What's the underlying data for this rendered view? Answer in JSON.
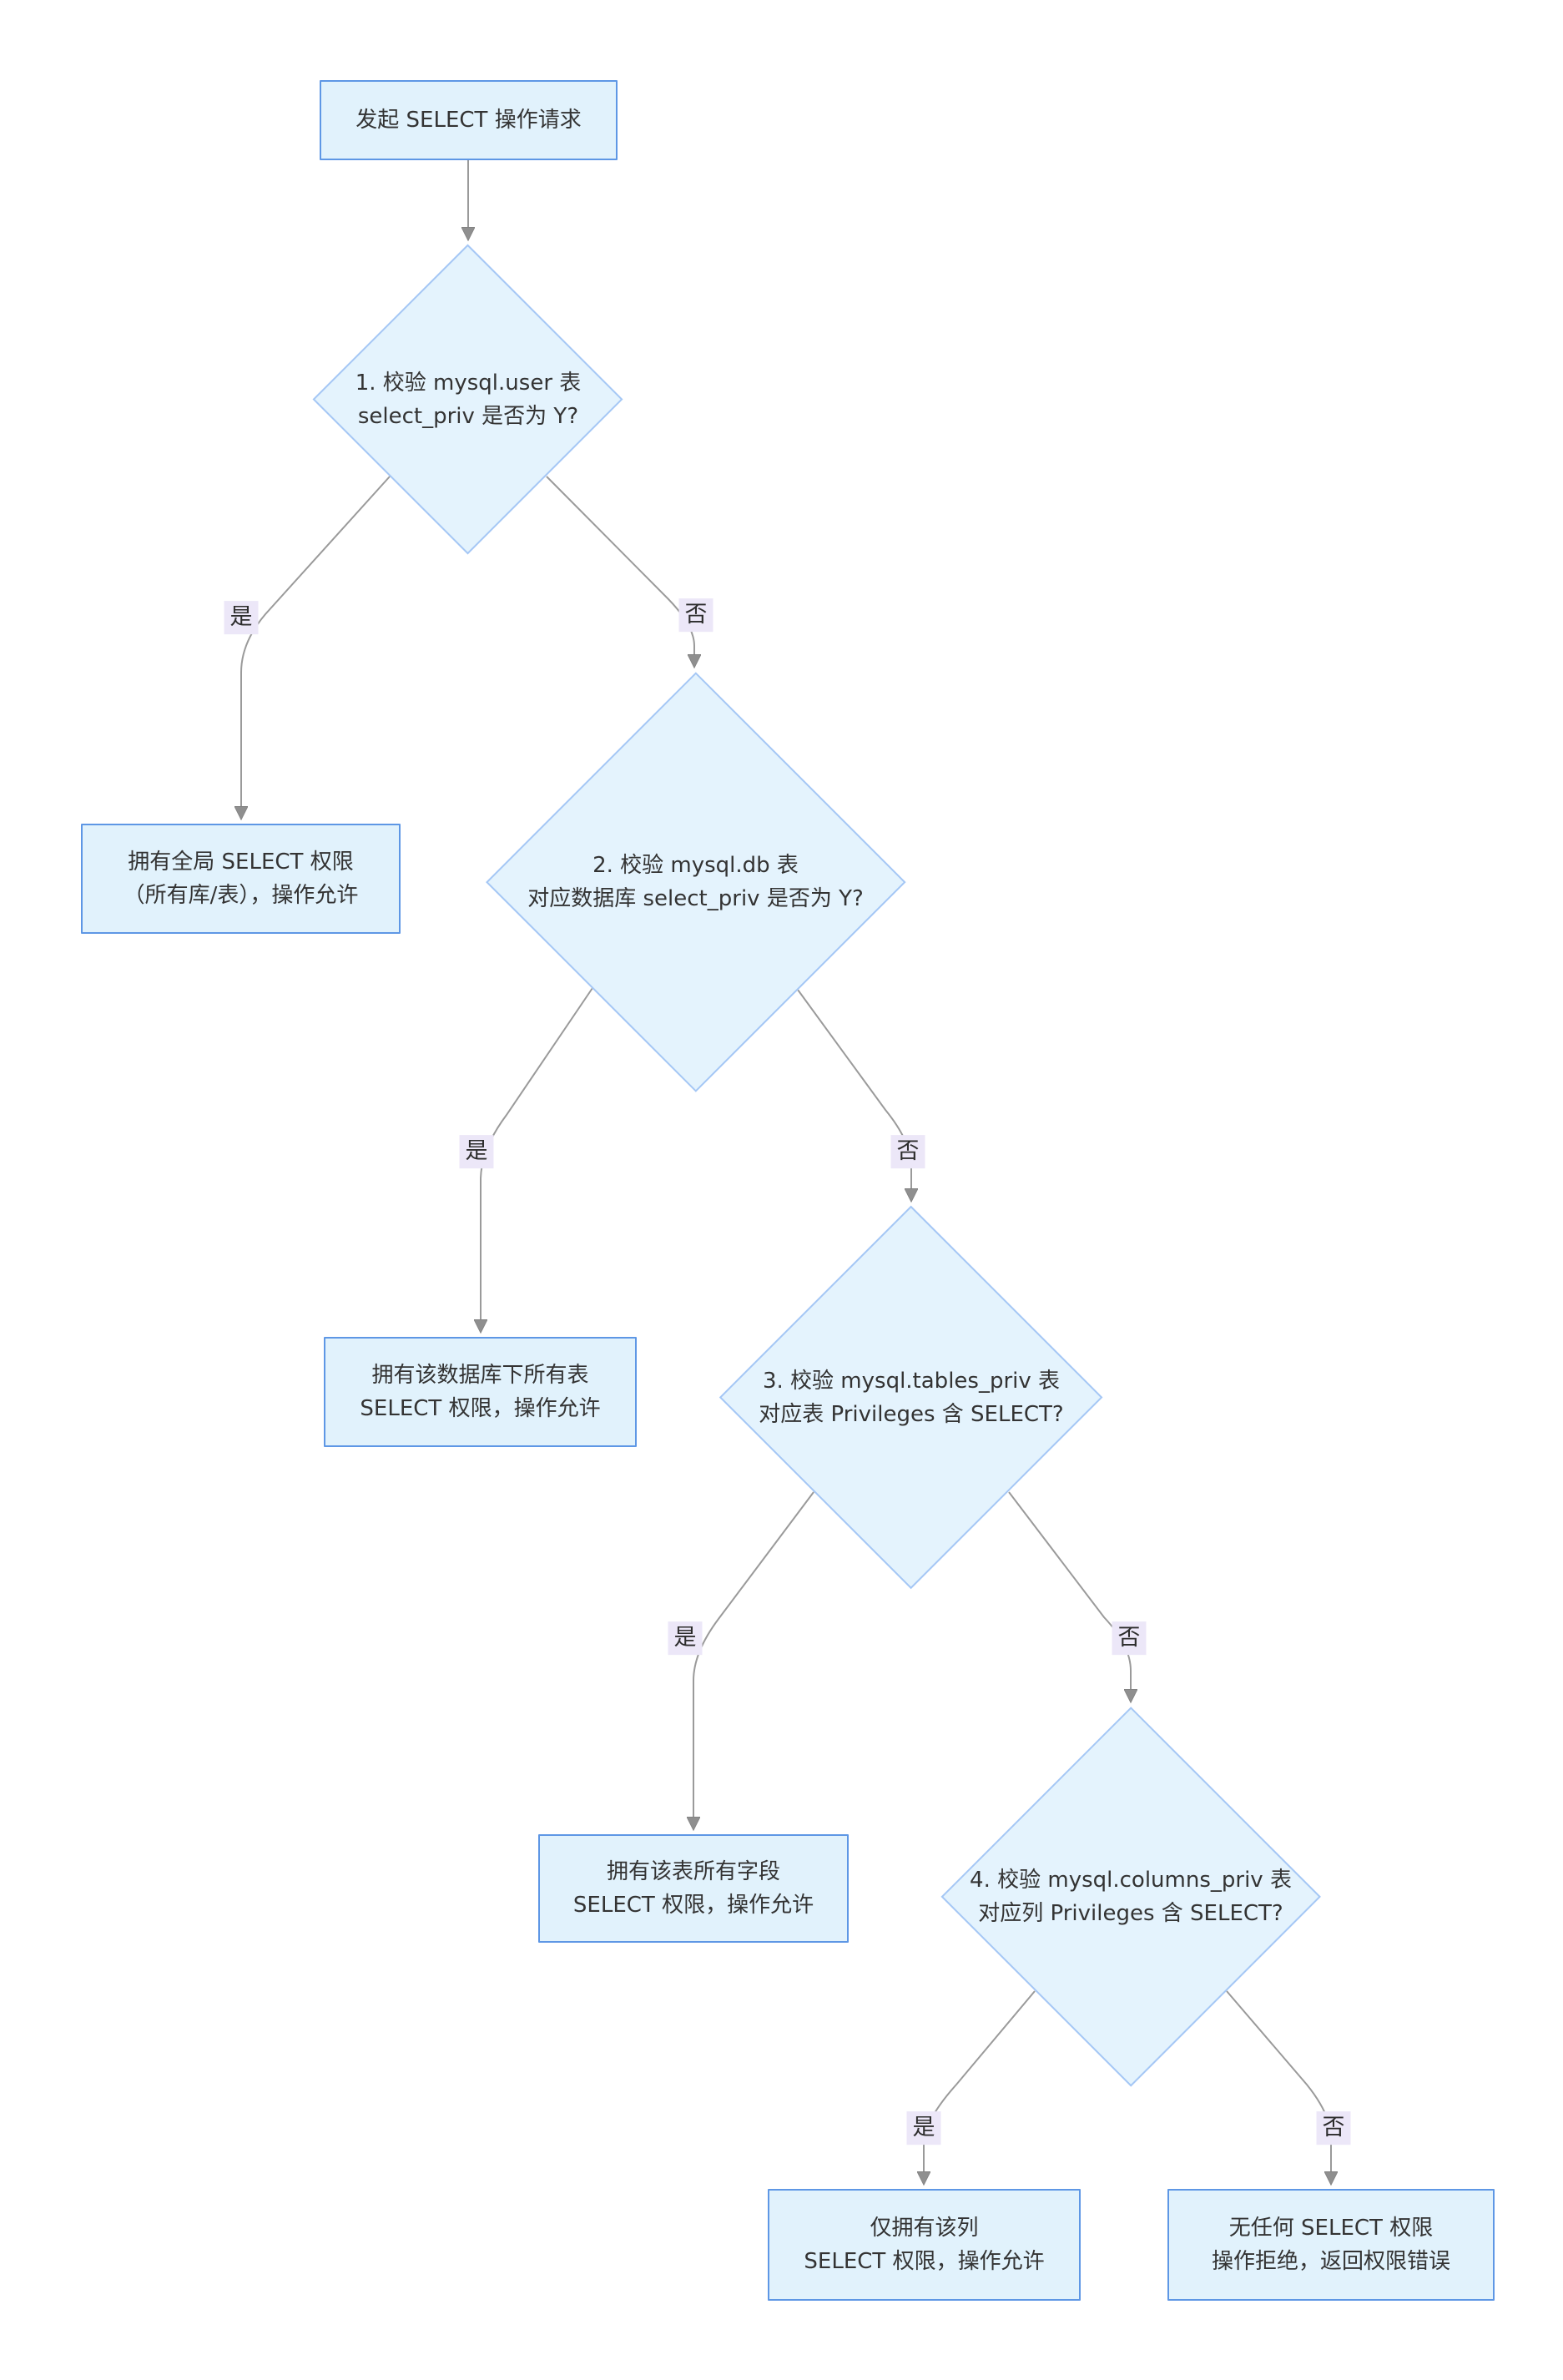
{
  "diagram": {
    "type": "flowchart",
    "direction": "top-down",
    "background": "#ffffff"
  },
  "theme": {
    "rect_fill": "#e1f2fc",
    "rect_border": "#5e97e5",
    "diamond_fill": "#e4f3fd",
    "diamond_border": "#a5c7f5",
    "edge_color": "#9a9a9a",
    "arrow_color": "#8f8f8f",
    "edge_label_bg": "#ece7f8",
    "text_color": "#333333"
  },
  "nodes": {
    "start": {
      "type": "rect",
      "line1": "发起 SELECT 操作请求"
    },
    "check_user": {
      "type": "diamond",
      "line1": "1. 校验 mysql.user 表",
      "line2": "select_priv 是否为 Y?"
    },
    "allow_global": {
      "type": "rect",
      "line1": "拥有全局 SELECT 权限",
      "line2": "（所有库/表），操作允许"
    },
    "check_db": {
      "type": "diamond",
      "line1": "2. 校验 mysql.db 表",
      "line2": "对应数据库 select_priv 是否为 Y?"
    },
    "allow_db": {
      "type": "rect",
      "line1": "拥有该数据库下所有表",
      "line2": "SELECT 权限，操作允许"
    },
    "check_tables": {
      "type": "diamond",
      "line1": "3. 校验 mysql.tables_priv 表",
      "line2": "对应表 Privileges 含 SELECT?"
    },
    "allow_table": {
      "type": "rect",
      "line1": "拥有该表所有字段",
      "line2": "SELECT 权限，操作允许"
    },
    "check_columns": {
      "type": "diamond",
      "line1": "4. 校验 mysql.columns_priv 表",
      "line2": "对应列 Privileges 含 SELECT?"
    },
    "allow_column": {
      "type": "rect",
      "line1": "仅拥有该列",
      "line2": "SELECT 权限，操作允许"
    },
    "deny": {
      "type": "rect",
      "line1": "无任何 SELECT 权限",
      "line2": "操作拒绝，返回权限错误"
    }
  },
  "edges": [
    {
      "from": "start",
      "to": "check_user",
      "label": ""
    },
    {
      "from": "check_user",
      "to": "allow_global",
      "label": "是"
    },
    {
      "from": "check_user",
      "to": "check_db",
      "label": "否"
    },
    {
      "from": "check_db",
      "to": "allow_db",
      "label": "是"
    },
    {
      "from": "check_db",
      "to": "check_tables",
      "label": "否"
    },
    {
      "from": "check_tables",
      "to": "allow_table",
      "label": "是"
    },
    {
      "from": "check_tables",
      "to": "check_columns",
      "label": "否"
    },
    {
      "from": "check_columns",
      "to": "allow_column",
      "label": "是"
    },
    {
      "from": "check_columns",
      "to": "deny",
      "label": "否"
    }
  ]
}
